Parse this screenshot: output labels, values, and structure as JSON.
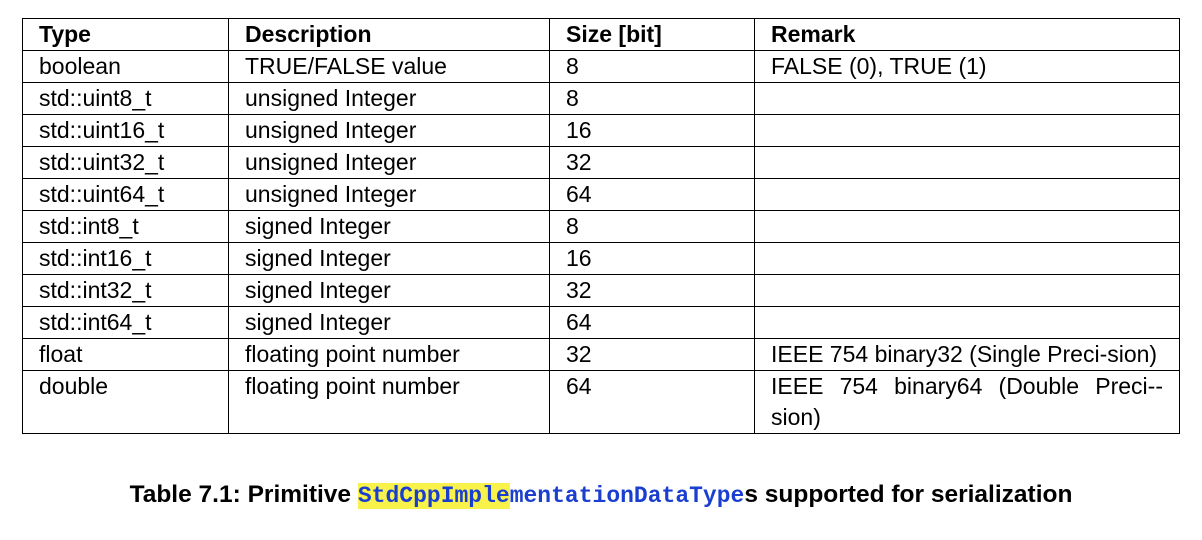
{
  "table": {
    "headers": [
      "Type",
      "Description",
      "Size [bit]",
      "Remark"
    ],
    "rows": [
      [
        "boolean",
        "TRUE/FALSE value",
        "8",
        "FALSE (0), TRUE (1)"
      ],
      [
        "std::uint8_t",
        "unsigned Integer",
        "8",
        ""
      ],
      [
        "std::uint16_t",
        "unsigned Integer",
        "16",
        ""
      ],
      [
        "std::uint32_t",
        "unsigned Integer",
        "32",
        ""
      ],
      [
        "std::uint64_t",
        "unsigned Integer",
        "64",
        ""
      ],
      [
        "std::int8_t",
        "signed Integer",
        "8",
        ""
      ],
      [
        "std::int16_t",
        "signed Integer",
        "16",
        ""
      ],
      [
        "std::int32_t",
        "signed Integer",
        "32",
        ""
      ],
      [
        "std::int64_t",
        "signed Integer",
        "64",
        ""
      ],
      [
        "float",
        "floating point number",
        "32",
        "IEEE 754 binary32 (Single Preci-­sion)"
      ],
      [
        "double",
        "floating point number",
        "64",
        "IEEE 754 binary64 (Double Preci-­sion)"
      ]
    ]
  },
  "caption": {
    "prefix": "Table 7.1: Primitive ",
    "code_highlighted": "StdCppImple",
    "code_rest": "mentationDataType",
    "suffix": "s supported for serialization"
  },
  "colors": {
    "highlight": "#f8f24a",
    "code_link": "#1a3fd0"
  }
}
